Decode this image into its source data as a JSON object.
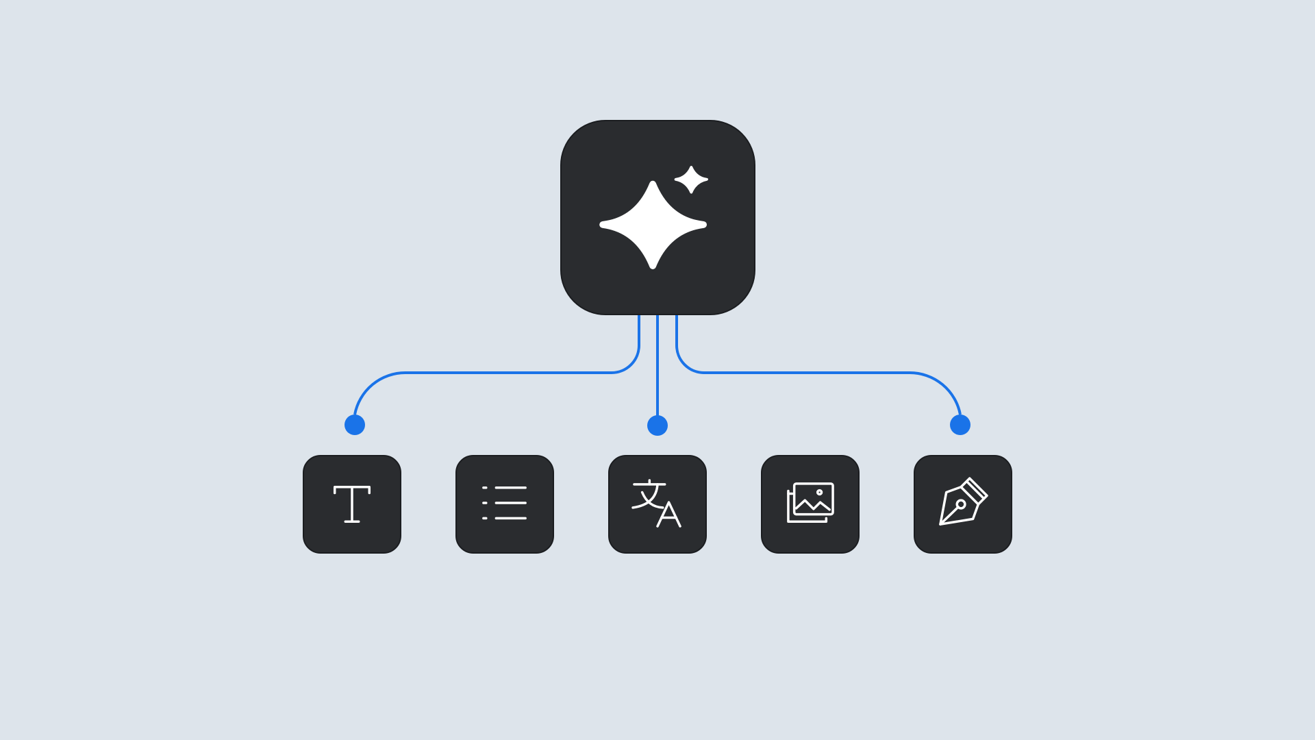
{
  "colors": {
    "background": "#dde4eb",
    "tile": "#2a2c2f",
    "connector": "#1a73e8",
    "icon": "#ffffff"
  },
  "hub": {
    "icon": "sparkle-icon"
  },
  "tools": [
    {
      "icon": "text-icon"
    },
    {
      "icon": "list-icon"
    },
    {
      "icon": "translate-icon"
    },
    {
      "icon": "image-icon"
    },
    {
      "icon": "pen-icon"
    }
  ],
  "connections": [
    {
      "from": "hub",
      "to": "text-icon"
    },
    {
      "from": "hub",
      "to": "translate-icon"
    },
    {
      "from": "hub",
      "to": "pen-icon"
    }
  ]
}
